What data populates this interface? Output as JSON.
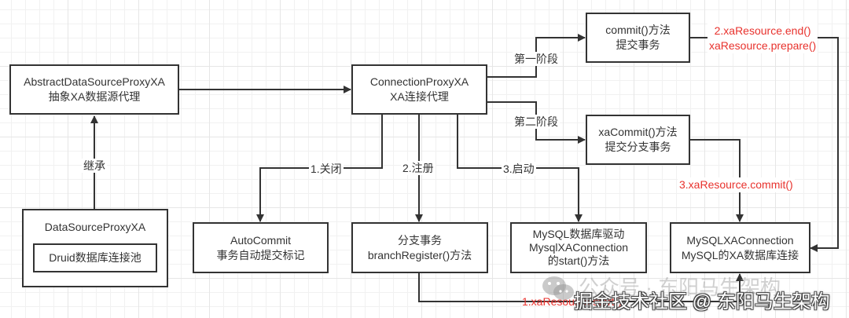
{
  "diagram": {
    "nodes": {
      "abstract_ds_proxy": {
        "line1": "AbstractDataSourceProxyXA",
        "line2": "抽象XA数据源代理"
      },
      "connection_proxy": {
        "line1": "ConnectionProxyXA",
        "line2": "XA连接代理"
      },
      "commit_method": {
        "line1": "commit()方法",
        "line2": "提交事务"
      },
      "xacommit_method": {
        "line1": "xaCommit()方法",
        "line2": "提交分支事务"
      },
      "ds_proxy": {
        "title": "DataSourceProxyXA",
        "inner": "Druid数据库连接池"
      },
      "autocommit": {
        "line1": "AutoCommit",
        "line2": "事务自动提交标记"
      },
      "branch_tx": {
        "line1": "分支事务",
        "line2": "branchRegister()方法"
      },
      "mysql_driver": {
        "line1": "MySQL数据库驱动",
        "line2": "MysqlXAConnection",
        "line3": "的start()方法"
      },
      "mysql_xa_conn": {
        "line1": "MySQLXAConnection",
        "line2": "MySQL的XA数据库连接"
      }
    },
    "edge_labels": {
      "inherit": "继承",
      "phase_one": "第一阶段",
      "phase_two": "第二阶段",
      "step_close": "1.关闭",
      "step_register": "2.注册",
      "step_start": "3.启动",
      "xa_end": "2.xaResource.end()",
      "xa_prepare": "xaResource.prepare()",
      "xa_commit": "3.xaResource.commit()",
      "xa_start": "1.xaResource.start()"
    },
    "colors": {
      "line": "#333333",
      "highlight": "#e8322d"
    }
  },
  "watermarks": {
    "wechat_account": "公众号 · 东阳马生架构",
    "platform": "掘金技术社区 @ 东阳马生架构"
  }
}
